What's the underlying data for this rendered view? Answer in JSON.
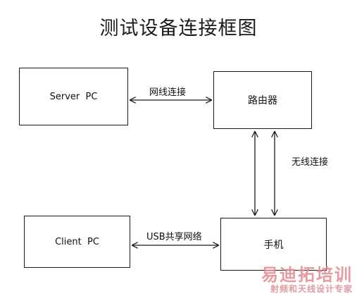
{
  "title": "测试设备连接框图",
  "nodes": {
    "server": "Server  PC",
    "router": "路由器",
    "client": "Client  PC",
    "phone": "手机"
  },
  "edges": {
    "server_router": "网线连接",
    "router_phone": "无线连接",
    "client_phone": "USB共享网络"
  },
  "watermark": {
    "main": "易迪拓培训",
    "sub": "射频和天线设计专家"
  },
  "colors": {
    "line": "#1a1a1a",
    "watermark": "#e3898f"
  }
}
